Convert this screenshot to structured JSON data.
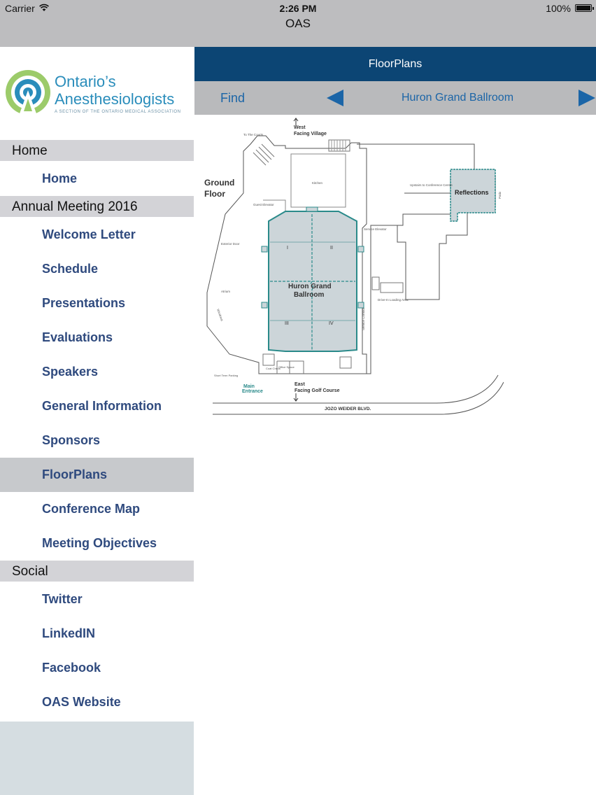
{
  "status_bar": {
    "carrier": "Carrier",
    "time": "2:26 PM",
    "battery": "100%"
  },
  "nav": {
    "title": "OAS"
  },
  "logo": {
    "line1": "Ontario’s",
    "line2": "Anesthesiologists",
    "tagline": "A SECTION OF THE ONTARIO MEDICAL ASSOCIATION"
  },
  "menu": {
    "sections": [
      {
        "title": "Home",
        "items": [
          {
            "label": "Home"
          }
        ]
      },
      {
        "title": "Annual Meeting 2016",
        "items": [
          {
            "label": "Welcome Letter"
          },
          {
            "label": "Schedule"
          },
          {
            "label": "Presentations"
          },
          {
            "label": "Evaluations"
          },
          {
            "label": "Speakers"
          },
          {
            "label": "General Information"
          },
          {
            "label": "Sponsors"
          },
          {
            "label": "FloorPlans",
            "active": true
          },
          {
            "label": "Conference Map"
          },
          {
            "label": "Meeting Objectives"
          }
        ]
      },
      {
        "title": "Social",
        "items": [
          {
            "label": "Twitter"
          },
          {
            "label": "LinkedIN"
          },
          {
            "label": "Facebook"
          },
          {
            "label": "OAS Website"
          }
        ]
      }
    ]
  },
  "header": {
    "title": "FloorPlans"
  },
  "toolbar": {
    "find_label": "Find",
    "room_name": "Huron Grand Ballroom"
  },
  "floorplan": {
    "floor_line1": "Ground",
    "floor_line2": "Floor",
    "west_line1": "West",
    "west_line2": "Facing Village",
    "east_line1": "East",
    "east_line2": "Facing Golf Course",
    "ballroom_line1": "Huron Grand",
    "ballroom_line2": "Ballroom",
    "section_1": "I",
    "section_2": "II",
    "section_3": "III",
    "section_4": "IV",
    "reflections": "Reflections",
    "kitchen": "Kitchen",
    "main_entrance_line1": "Main",
    "main_entrance_line2": "Entrance",
    "street": "JOZO WEIDER BLVD.",
    "guest_elevator": "Guest Elevator",
    "exterior_door": "Exterior Door",
    "atrium": "Atrium",
    "service_elevator": "Service Elevator",
    "service_corridor": "Service Corridor",
    "loading_area": "Drive-In Loading Area",
    "coat_check": "Coat Check",
    "office_space": "Office Space",
    "upstairs": "Upstairs to Conference Centre",
    "to_courts": "To The Courts",
    "patio": "Patio",
    "windows": "Windows",
    "short_term_parking": "Short Term Parking",
    "colors": {
      "room_fill": "#ccd5d9",
      "room_stroke": "#2a8a8a",
      "label_teal": "#2a8a8a"
    }
  }
}
